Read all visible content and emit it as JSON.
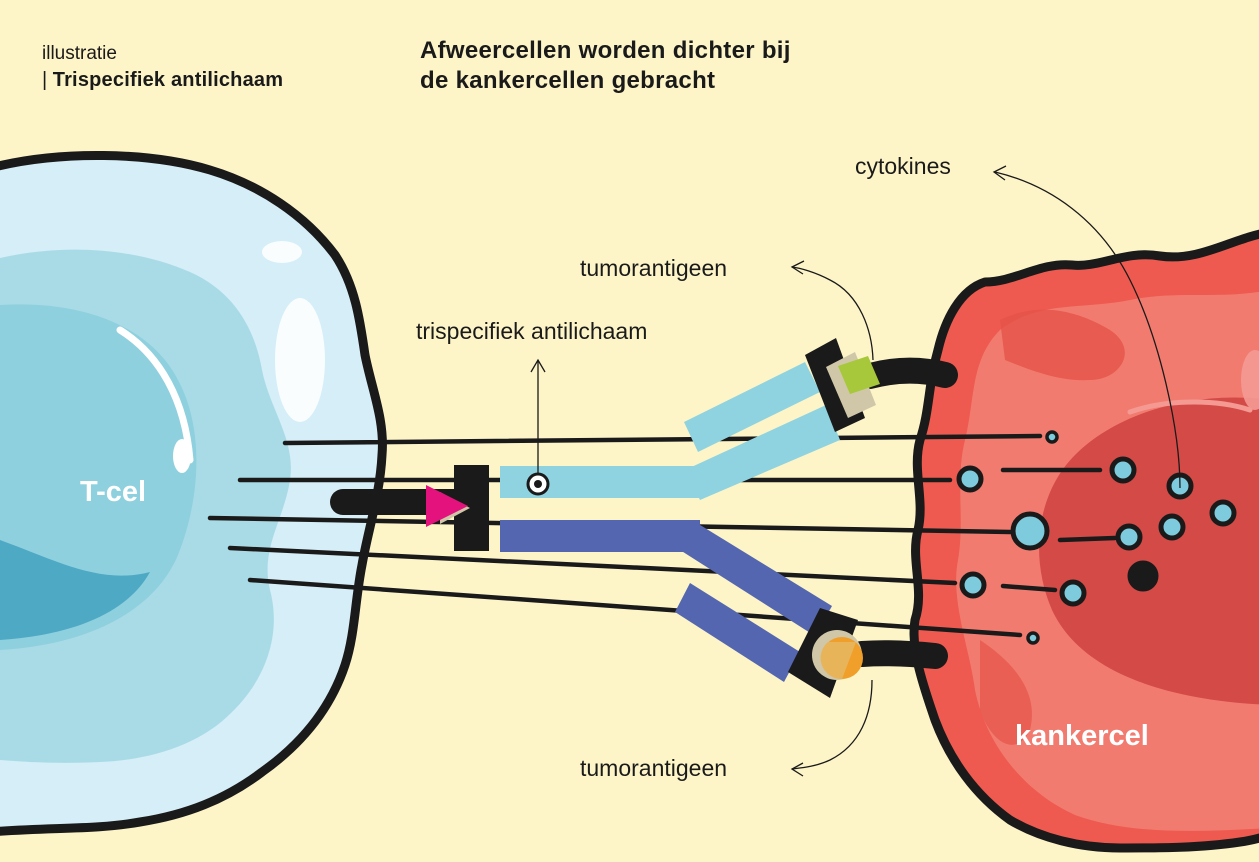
{
  "header": {
    "category": "illustratie",
    "separator": "|",
    "subject": "Trispecifiek antilichaam",
    "title_line1": "Afweercellen worden dichter bij",
    "title_line2": "de kankercellen gebracht"
  },
  "labels": {
    "cytokines": "cytokines",
    "tumorantigeen_top": "tumorantigeen",
    "antibody": "trispecifiek antilichaam",
    "tumorantigeen_bottom": "tumorantigeen",
    "t_cell": "T-cel",
    "cancer_cell": "kankercel"
  },
  "colors": {
    "background": "#fdf5c8",
    "t_cell": "#d5eef8",
    "t_cell_nucleus": "#8fd0de",
    "cancer_cell": "#ee5a4f",
    "antibody_light": "#8fd3e0",
    "antibody_dark": "#5566b0",
    "antigen_green": "#a6c83a",
    "antigen_orange": "#f0a02a",
    "magenta": "#e3127c",
    "cytokine": "#7dcbdc",
    "outline": "#1a1a1a"
  }
}
